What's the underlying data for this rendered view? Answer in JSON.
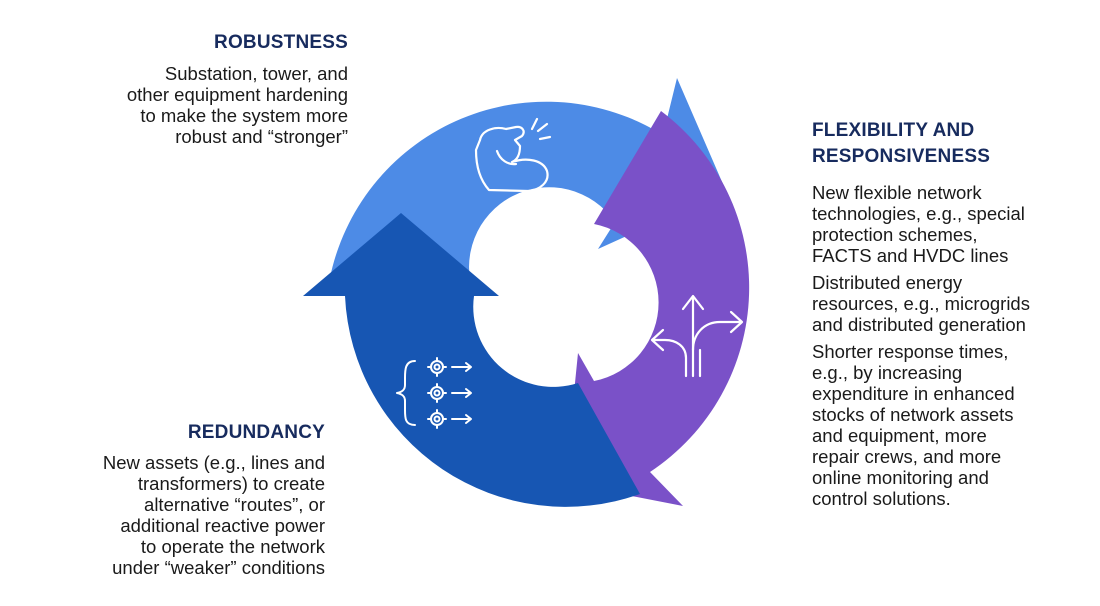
{
  "colors": {
    "robustness_arrow": "#4d8be6",
    "flexibility_arrow": "#7a51c8",
    "redundancy_arrow": "#1756b3",
    "heading": "#172b5e",
    "icon_stroke": "#ffffff"
  },
  "robustness": {
    "heading": "ROBUSTNESS",
    "lines": [
      "Substation, tower, and",
      "other equipment hardening",
      "to make the system more",
      "robust and “stronger”"
    ],
    "icon": "flexed-arm-icon"
  },
  "flexibility": {
    "heading_lines": [
      "FLEXIBILITY AND",
      "RESPONSIVENESS"
    ],
    "paragraphs": [
      [
        "New flexible network",
        "technologies, e.g., special",
        "protection schemes,",
        "FACTS and HVDC lines"
      ],
      [
        "Distributed energy",
        "resources, e.g., microgrids",
        "and distributed generation"
      ],
      [
        "Shorter response times,",
        "e.g., by increasing",
        "expenditure in enhanced",
        "stocks of network assets",
        "and equipment, more",
        "repair crews, and more",
        "online monitoring and",
        "control solutions."
      ]
    ],
    "icon": "split-arrows-icon"
  },
  "redundancy": {
    "heading": "REDUNDANCY",
    "lines": [
      "New assets (e.g., lines and",
      "transformers) to create",
      "alternative “routes”, or",
      "additional reactive power",
      "to operate the network",
      "under “weaker” conditions"
    ],
    "icon": "gears-routes-icon"
  }
}
